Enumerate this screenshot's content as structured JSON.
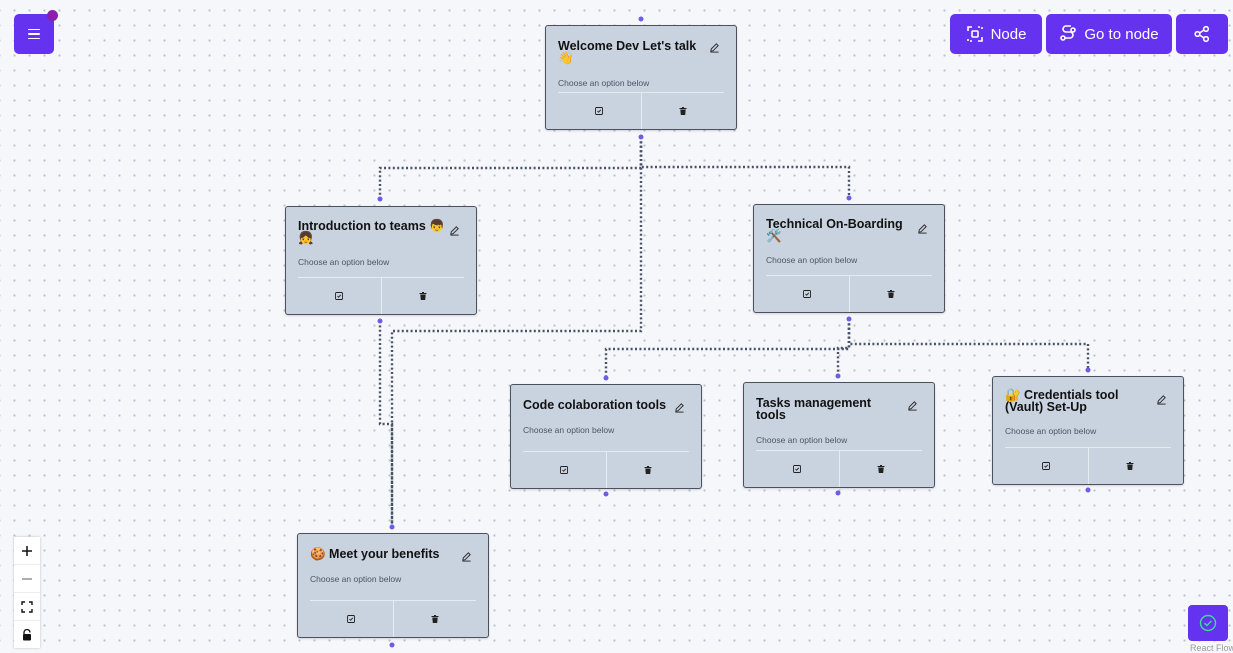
{
  "toolbar": {
    "menu_icon": "hamburger-icon",
    "node_label": "Node",
    "node_icon": "node-select-icon",
    "goto_label": "Go to node",
    "goto_icon": "route-icon",
    "share_icon": "share-icon"
  },
  "nodes": [
    {
      "id": "welcome",
      "title": "Welcome Dev Let's talk 👋",
      "subtitle": "Choose an option below"
    },
    {
      "id": "intro-teams",
      "title": "Introduction to teams 👦 👧",
      "subtitle": "Choose an option below"
    },
    {
      "id": "technical",
      "title": "Technical On-Boarding 🛠️",
      "subtitle": "Choose an option below"
    },
    {
      "id": "code-collab",
      "title": "Code colaboration tools",
      "subtitle": "Choose an option below"
    },
    {
      "id": "tasks",
      "title": "Tasks management tools",
      "subtitle": "Choose an option below"
    },
    {
      "id": "credentials",
      "title": "🔐 Credentials tool (Vault) Set-Up",
      "subtitle": "Choose an option below"
    },
    {
      "id": "benefits",
      "title": "🍪 Meet your benefits",
      "subtitle": "Choose an option below"
    }
  ],
  "node_icons": {
    "edit": "edit-pencil-icon",
    "open": "open-icon",
    "delete": "trash-icon"
  },
  "controls": [
    "zoom-in-icon",
    "zoom-out-icon",
    "fit-view-icon",
    "lock-icon"
  ],
  "status_icon": "check-circle-icon",
  "attribution": "React Flow",
  "colors": {
    "accent": "#6532f0",
    "node_bg": "#c9d3e0",
    "edge": "#4a5266",
    "handle": "#6d5ce7"
  }
}
